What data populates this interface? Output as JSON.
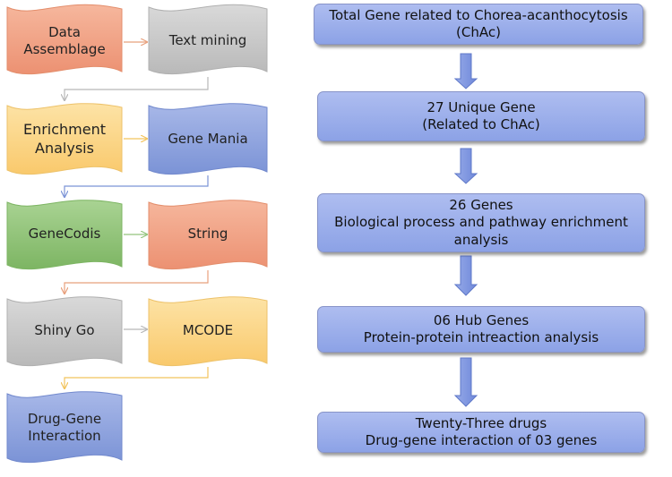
{
  "colors": {
    "orange": "#f0a587",
    "gray": "#c8c8c8",
    "yellow": "#fcd68a",
    "blue": "#8fa3dc",
    "green": "#93c47d",
    "box_fill": "#9db0ec",
    "arrow_fill": "#7b93de"
  },
  "workflow": {
    "nodes": {
      "data_assemblage": "Data Assemblage",
      "text_mining": "Text mining",
      "enrichment_analysis": "Enrichment Analysis",
      "gene_mania": "Gene Mania",
      "genecodis": "GeneCodis",
      "string": "String",
      "shiny_go": "Shiny Go",
      "mcode": "MCODE",
      "drug_gene_interaction": "Drug-Gene Interaction"
    }
  },
  "pipeline": {
    "steps": [
      {
        "line1": "Total Gene related to Chorea-acanthocytosis",
        "line2": "(ChAc)"
      },
      {
        "line1": "27 Unique Gene",
        "line2": "(Related to ChAc)"
      },
      {
        "line1": "26 Genes",
        "line2": "Biological process and pathway enrichment analysis"
      },
      {
        "line1": "06 Hub Genes",
        "line2": "Protein-protein intreaction analysis"
      },
      {
        "line1": "Twenty-Three drugs",
        "line2": "Drug-gene interaction of 03 genes"
      }
    ]
  }
}
